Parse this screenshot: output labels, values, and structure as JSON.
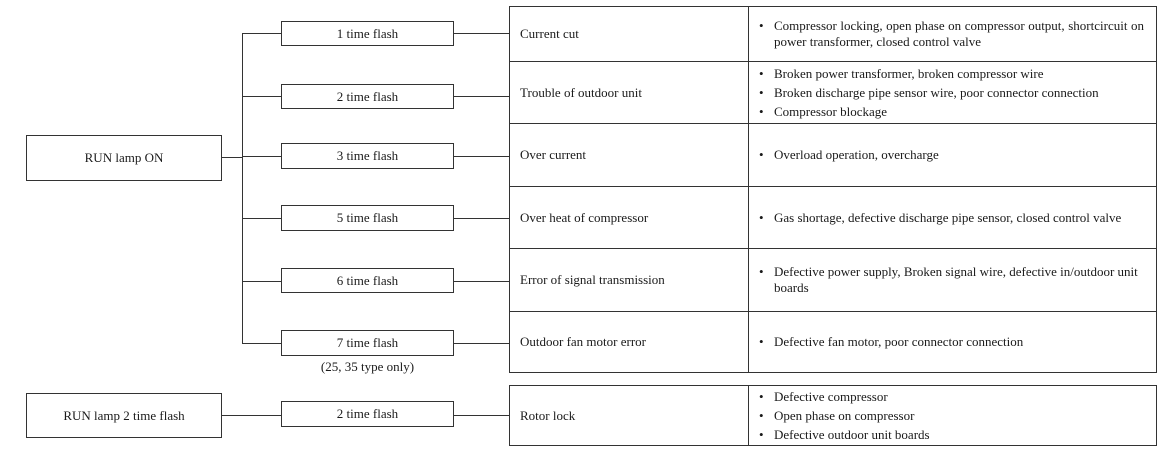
{
  "groups": [
    {
      "lamp": "RUN lamp ON",
      "rows": [
        {
          "flash": "1 time flash",
          "cause": "Current cut",
          "details": [
            "Compressor locking, open phase on compressor output, shortcircuit on power transformer, closed control valve"
          ]
        },
        {
          "flash": "2 time flash",
          "cause": "Trouble of outdoor unit",
          "details": [
            "Broken power transformer, broken compressor wire",
            "Broken discharge pipe sensor wire, poor connector connection",
            "Compressor blockage"
          ]
        },
        {
          "flash": "3 time flash",
          "cause": "Over current",
          "details": [
            "Overload operation, overcharge"
          ]
        },
        {
          "flash": "5 time flash",
          "cause": "Over heat of compressor",
          "details": [
            "Gas shortage, defective discharge pipe sensor, closed control valve"
          ]
        },
        {
          "flash": "6 time flash",
          "cause": "Error of signal transmission",
          "details": [
            "Defective power supply, Broken signal wire, defective in/outdoor unit boards"
          ]
        },
        {
          "flash": "7 time flash",
          "cause": "Outdoor fan motor error",
          "note": "(25, 35 type only)",
          "details": [
            "Defective fan motor, poor connector connection"
          ]
        }
      ]
    },
    {
      "lamp": "RUN lamp 2 time flash",
      "rows": [
        {
          "flash": "2 time flash",
          "cause": "Rotor lock",
          "details": [
            "Defective compressor",
            "Open phase on compressor",
            "Defective outdoor unit boards"
          ]
        }
      ]
    }
  ]
}
